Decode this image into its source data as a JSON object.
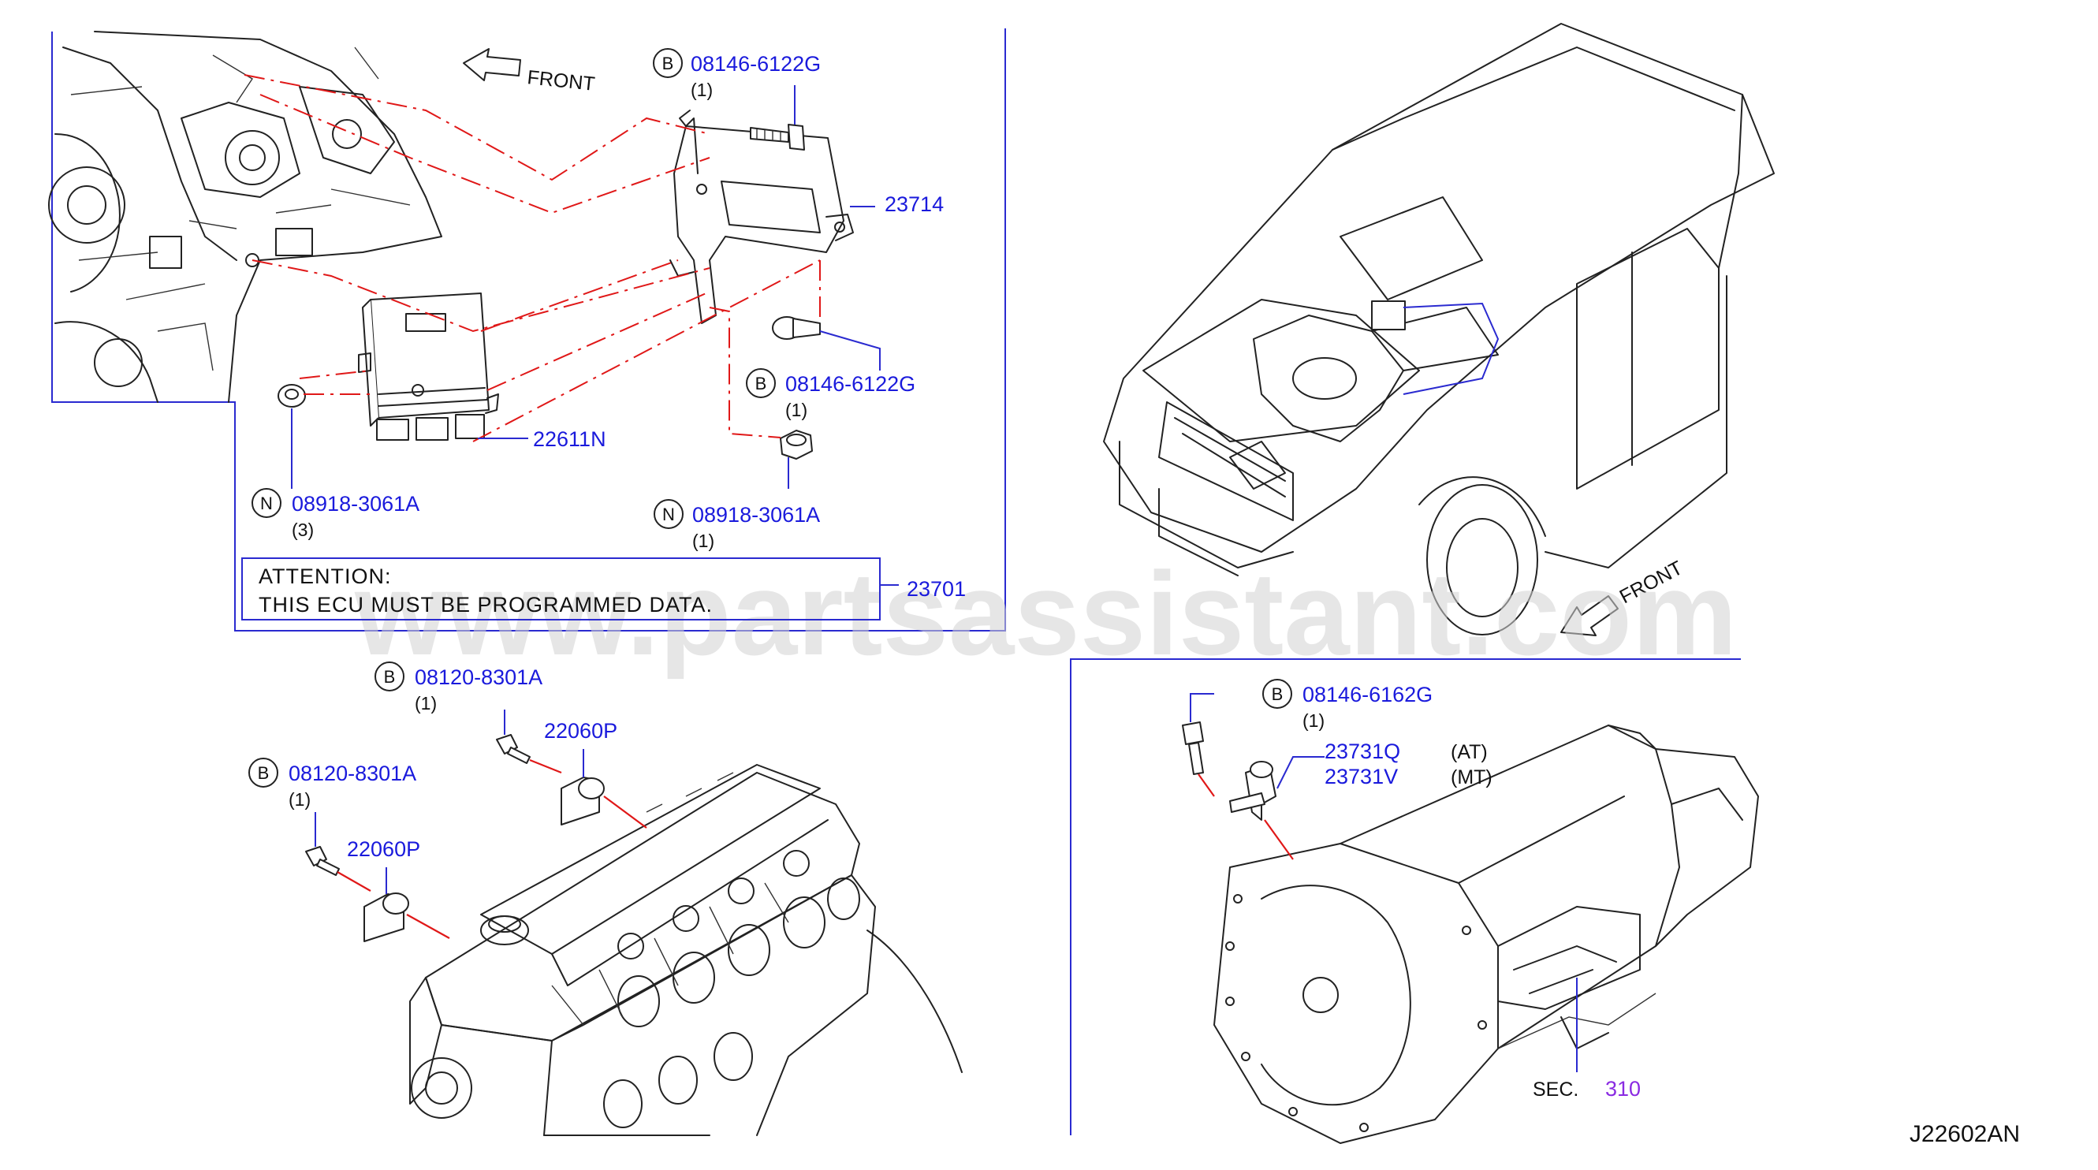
{
  "watermark": "www.partsassistant.com",
  "figure_code": "J22602AN",
  "front_labels": {
    "top": "FRONT",
    "vehicle": "FRONT"
  },
  "attention": {
    "line1": "ATTENTION:",
    "line2": "THIS  ECU  MUST  BE  PROGRAMMED  DATA."
  },
  "callouts": [
    {
      "id": "c1",
      "letter": "B",
      "part": "08146-6122G",
      "qty": "(1)"
    },
    {
      "id": "c2",
      "part": "23714"
    },
    {
      "id": "c3",
      "letter": "B",
      "part": "08146-6122G",
      "qty": "(1)"
    },
    {
      "id": "c4",
      "part": "22611N"
    },
    {
      "id": "c5",
      "letter": "N",
      "part": "08918-3061A",
      "qty": "(3)"
    },
    {
      "id": "c6",
      "letter": "N",
      "part": "08918-3061A",
      "qty": "(1)"
    },
    {
      "id": "c7",
      "part": "23701"
    },
    {
      "id": "c8",
      "letter": "B",
      "part": "08120-8301A",
      "qty": "(1)"
    },
    {
      "id": "c9",
      "part": "22060P"
    },
    {
      "id": "c10",
      "letter": "B",
      "part": "08120-8301A",
      "qty": "(1)"
    },
    {
      "id": "c11",
      "part": "22060P"
    },
    {
      "id": "c12",
      "letter": "B",
      "part": "08146-6162G",
      "qty": "(1)"
    },
    {
      "id": "c13",
      "part": "23731Q",
      "variant": "(AT)"
    },
    {
      "id": "c14",
      "part": "23731V",
      "variant": "(MT)"
    }
  ],
  "section_ref": {
    "label": "SEC.",
    "number": "310"
  },
  "colors": {
    "part_link": "#1a1adc",
    "frame": "#2a2ad0",
    "hidden_line": "#e01818",
    "section_number": "#8a2be2"
  }
}
